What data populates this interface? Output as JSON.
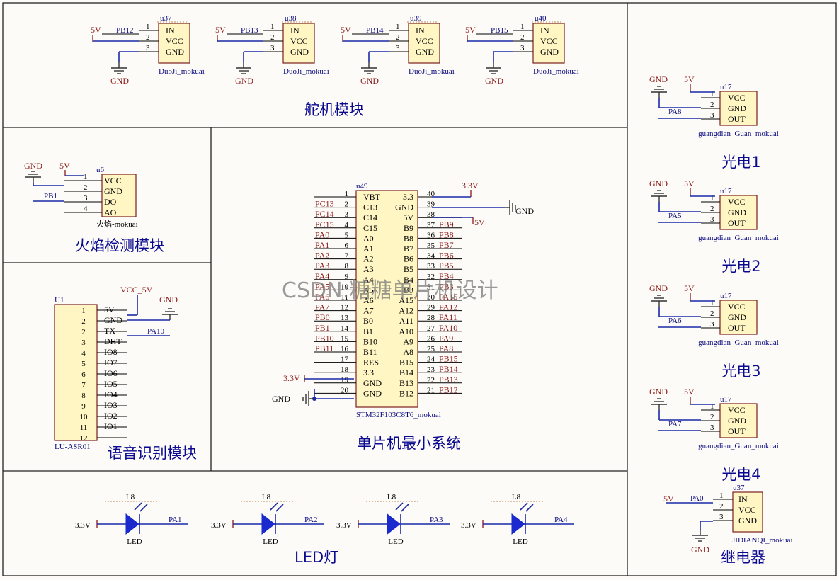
{
  "section_titles": {
    "servo": "舵机模块",
    "flame": "火焰检测模块",
    "voice": "语音识别模块",
    "mcu": "单片机最小系统",
    "led": "LED灯",
    "relay": "继电器",
    "photo": [
      "光电1",
      "光电2",
      "光电3",
      "光电4"
    ]
  },
  "watermark": "CSDN:糖糖单片机设计",
  "servos": [
    {
      "ref": "u37",
      "net": "PB12",
      "power": "5V",
      "gnd": "GND",
      "part": "DuoJi_mokuai"
    },
    {
      "ref": "u38",
      "net": "PB13",
      "power": "5V",
      "gnd": "GND",
      "part": "DuoJi_mokuai"
    },
    {
      "ref": "u39",
      "net": "PB14",
      "power": "5V",
      "gnd": "GND",
      "part": "DuoJi_mokuai"
    },
    {
      "ref": "u40",
      "net": "PB15",
      "power": "5V",
      "gnd": "GND",
      "part": "DuoJi_mokuai"
    }
  ],
  "servo_pins": [
    {
      "num": "1",
      "name": "IN"
    },
    {
      "num": "2",
      "name": "VCC"
    },
    {
      "num": "3",
      "name": "GND"
    }
  ],
  "flame": {
    "ref": "u6",
    "part": "火焰-mokuai",
    "gnd": "GND",
    "power": "5V",
    "net": "PB1",
    "pins": [
      {
        "num": "1",
        "name": "VCC"
      },
      {
        "num": "2",
        "name": "GND"
      },
      {
        "num": "3",
        "name": "DO"
      },
      {
        "num": "4",
        "name": "AO"
      }
    ]
  },
  "voice": {
    "ref": "U1",
    "part": "LU-ASR01",
    "power": "VCC_5V",
    "gnd": "GND",
    "net": "PA10",
    "pins": [
      {
        "num": "1",
        "name": "5V"
      },
      {
        "num": "2",
        "name": "GND"
      },
      {
        "num": "2",
        "name": "TX"
      },
      {
        "num": "3",
        "name": "DHT"
      },
      {
        "num": "4",
        "name": "IO8"
      },
      {
        "num": "5",
        "name": "IO7"
      },
      {
        "num": "6",
        "name": "IO6"
      },
      {
        "num": "7",
        "name": "IO5"
      },
      {
        "num": "8",
        "name": "IO4"
      },
      {
        "num": "9",
        "name": "IO3"
      },
      {
        "num": "10",
        "name": "IO2"
      },
      {
        "num": "11",
        "name": "IO1"
      },
      {
        "num": "12",
        "name": ""
      }
    ]
  },
  "mcu": {
    "ref": "u49",
    "part": "STM32F103C8T6_mokuai",
    "power_33": "3.3V",
    "power_5v": "5V",
    "gnd": "GND",
    "left": [
      {
        "num": "1",
        "name": "VBT",
        "net": ""
      },
      {
        "num": "2",
        "name": "C13",
        "net": "PC13"
      },
      {
        "num": "3",
        "name": "C14",
        "net": "PC14"
      },
      {
        "num": "4",
        "name": "C15",
        "net": "PC15"
      },
      {
        "num": "5",
        "name": "A0",
        "net": "PA0"
      },
      {
        "num": "6",
        "name": "A1",
        "net": "PA1"
      },
      {
        "num": "7",
        "name": "A2",
        "net": "PA2"
      },
      {
        "num": "8",
        "name": "A3",
        "net": "PA3"
      },
      {
        "num": "9",
        "name": "A4",
        "net": "PA4"
      },
      {
        "num": "10",
        "name": "A5",
        "net": "PA5"
      },
      {
        "num": "11",
        "name": "A6",
        "net": "PA6"
      },
      {
        "num": "12",
        "name": "A7",
        "net": "PA7"
      },
      {
        "num": "13",
        "name": "B0",
        "net": "PB0"
      },
      {
        "num": "14",
        "name": "B1",
        "net": "PB1"
      },
      {
        "num": "15",
        "name": "B10",
        "net": "PB10"
      },
      {
        "num": "16",
        "name": "B11",
        "net": "PB11"
      },
      {
        "num": "17",
        "name": "RES",
        "net": ""
      },
      {
        "num": "18",
        "name": "3.3",
        "net": ""
      },
      {
        "num": "19",
        "name": "GND",
        "net": ""
      },
      {
        "num": "20",
        "name": "GND",
        "net": ""
      }
    ],
    "right": [
      {
        "num": "40",
        "name": "3.3",
        "net": ""
      },
      {
        "num": "39",
        "name": "GND",
        "net": ""
      },
      {
        "num": "38",
        "name": "5V",
        "net": ""
      },
      {
        "num": "37",
        "name": "B9",
        "net": "PB9"
      },
      {
        "num": "36",
        "name": "B8",
        "net": "PB8"
      },
      {
        "num": "35",
        "name": "B7",
        "net": "PB7"
      },
      {
        "num": "34",
        "name": "B6",
        "net": "PB6"
      },
      {
        "num": "33",
        "name": "B5",
        "net": "PB5"
      },
      {
        "num": "32",
        "name": "B4",
        "net": "PB4"
      },
      {
        "num": "31",
        "name": "B3",
        "net": "PB3"
      },
      {
        "num": "30",
        "name": "A15",
        "net": "PA15"
      },
      {
        "num": "29",
        "name": "A12",
        "net": "PA12"
      },
      {
        "num": "28",
        "name": "A11",
        "net": "PA11"
      },
      {
        "num": "27",
        "name": "A10",
        "net": "PA10"
      },
      {
        "num": "26",
        "name": "A9",
        "net": "PA9"
      },
      {
        "num": "25",
        "name": "A8",
        "net": "PA8"
      },
      {
        "num": "24",
        "name": "B15",
        "net": "PB15"
      },
      {
        "num": "23",
        "name": "B14",
        "net": "PB14"
      },
      {
        "num": "22",
        "name": "B13",
        "net": "PB13"
      },
      {
        "num": "21",
        "name": "B12",
        "net": "PB12"
      }
    ]
  },
  "leds": [
    {
      "ref": "L8",
      "power": "3.3V",
      "net": "PA1",
      "part": "LED"
    },
    {
      "ref": "L8",
      "power": "3.3V",
      "net": "PA2",
      "part": "LED"
    },
    {
      "ref": "L8",
      "power": "3.3V",
      "net": "PA3",
      "part": "LED"
    },
    {
      "ref": "L8",
      "power": "3.3V",
      "net": "PA4",
      "part": "LED"
    }
  ],
  "photo_modules": [
    {
      "ref": "u17",
      "net": "PA8",
      "gnd": "GND",
      "power": "5V",
      "part": "guangdian_Guan_mokuai"
    },
    {
      "ref": "u17",
      "net": "PA5",
      "gnd": "GND",
      "power": "5V",
      "part": "guangdian_Guan_mokuai"
    },
    {
      "ref": "u17",
      "net": "PA6",
      "gnd": "GND",
      "power": "5V",
      "part": "guangdian_Guan_mokuai"
    },
    {
      "ref": "u17",
      "net": "PA7",
      "gnd": "GND",
      "power": "5V",
      "part": "guangdian_Guan_mokuai"
    }
  ],
  "photo_pins": [
    {
      "num": "1",
      "name": "VCC"
    },
    {
      "num": "2",
      "name": "GND"
    },
    {
      "num": "3",
      "name": "OUT"
    }
  ],
  "relay": {
    "ref": "u37",
    "net": "PA0",
    "power": "5V",
    "gnd": "GND",
    "part": "JIDIANQI_mokuai",
    "pins": [
      {
        "num": "1",
        "name": "IN"
      },
      {
        "num": "2",
        "name": "VCC"
      },
      {
        "num": "3",
        "name": "GND"
      }
    ]
  },
  "colors": {
    "wire": "#1a2aa8",
    "net_label": "#8b1a1a",
    "component_fill": "#fff6c4",
    "title": "#0a0a90"
  }
}
